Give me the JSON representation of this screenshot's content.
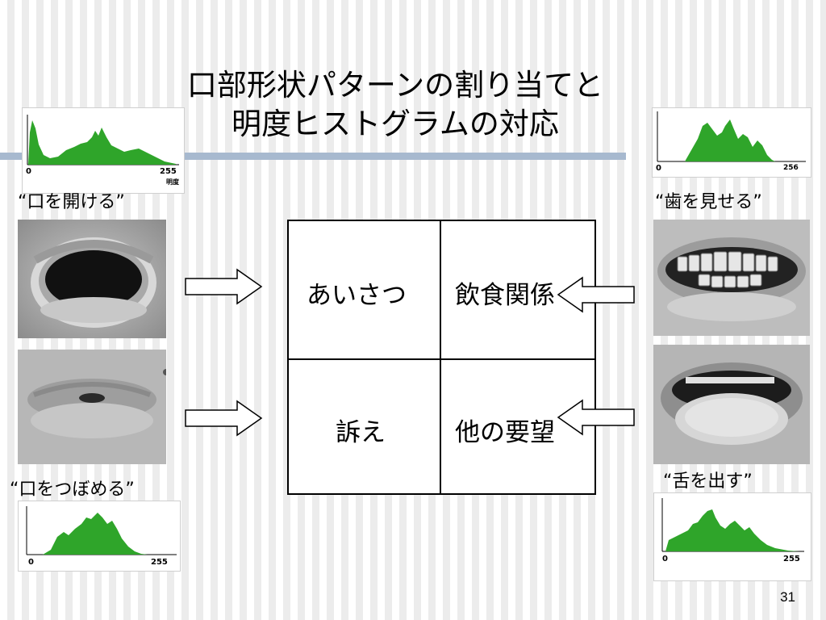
{
  "slide": {
    "title_line1": "口部形状パターンの割り当てと",
    "title_line2": "明度ヒストグラムの対応",
    "page_number": "31"
  },
  "captions": {
    "open_mouth": "“口を開ける”",
    "show_teeth": "“歯を見せる”",
    "pucker": "“口をつぼめる”",
    "tongue": "“舌を出す”"
  },
  "histograms": {
    "top_left": {
      "min_label": "0",
      "max_label": "255",
      "axis_label": "明度"
    },
    "top_right": {
      "min_label": "0",
      "max_label": "256"
    },
    "bottom_left": {
      "min_label": "0",
      "max_label": "255"
    },
    "bottom_right": {
      "min_label": "0",
      "max_label": "255"
    }
  },
  "grid": {
    "greeting": "あいさつ",
    "food": "飲食関係",
    "complaint": "訴え",
    "other": "他の要望"
  },
  "colors": {
    "histogram_fill": "#2fa52a",
    "rule": "#a7b9cf"
  }
}
